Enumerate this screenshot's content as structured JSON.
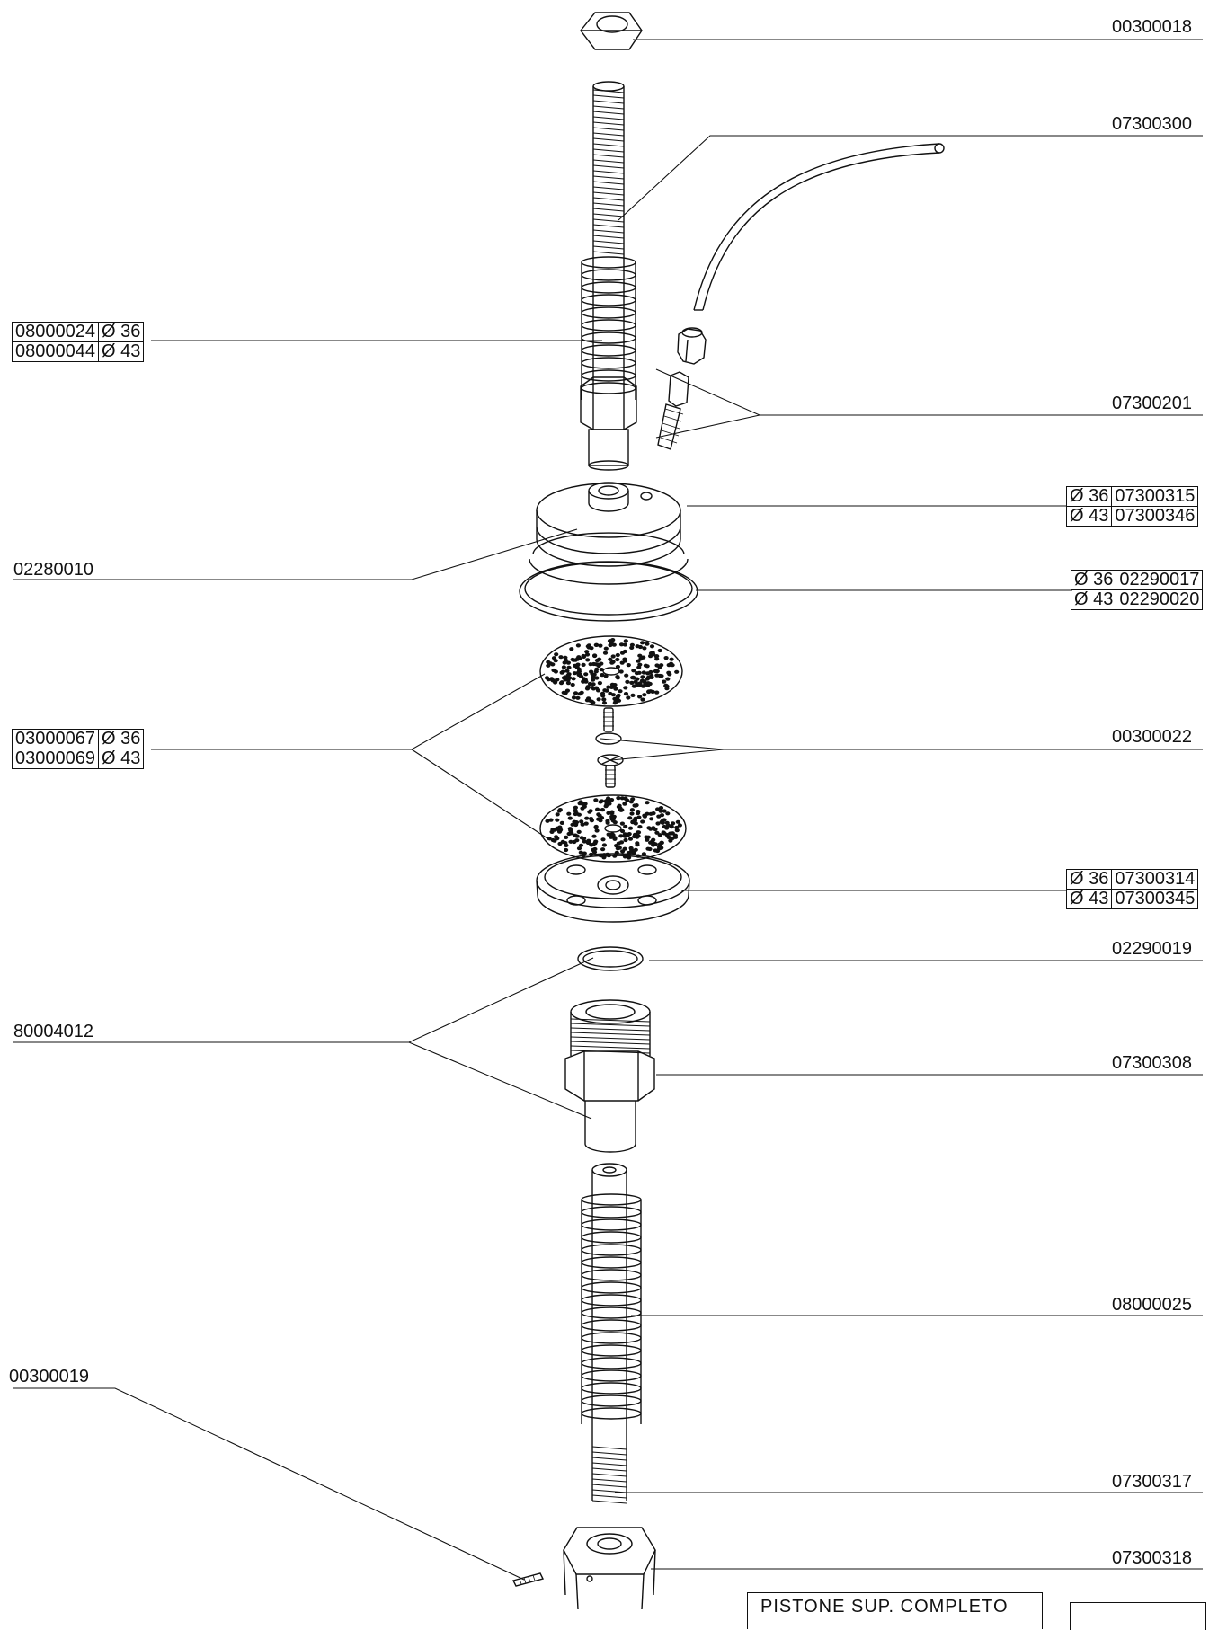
{
  "labels": {
    "nut_top": "00300018",
    "rod_top": "07300300",
    "fitting": "07300201",
    "seal_02280010": "02280010",
    "spring_upper_top_left": "08000024",
    "spring_upper_bottom_left": "08000044",
    "screen_top_left": "03000067",
    "screen_bottom_left": "03000069",
    "screws": "00300022",
    "oring_02290019": "02290019",
    "callout_80004012": "80004012",
    "body_07300308": "07300308",
    "spring_08000025": "08000025",
    "pin_00300019": "00300019",
    "rod_07300317": "07300317",
    "nut_07300318": "07300318"
  },
  "tables": {
    "spring_upper": [
      [
        "08000024",
        "Ø 36"
      ],
      [
        "08000044",
        "Ø 43"
      ]
    ],
    "piston_head": [
      [
        "Ø 36",
        "07300315"
      ],
      [
        "Ø 43",
        "07300346"
      ]
    ],
    "piston_seal": [
      [
        "Ø 36",
        "02290017"
      ],
      [
        "Ø 43",
        "02290020"
      ]
    ],
    "screens": [
      [
        "03000067",
        "Ø 36"
      ],
      [
        "03000069",
        "Ø 43"
      ]
    ],
    "piston_base": [
      [
        "Ø 36",
        "07300314"
      ],
      [
        "Ø 43",
        "07300345"
      ]
    ]
  },
  "title_block": {
    "text": "PISTONE SUP. COMPLETO"
  }
}
